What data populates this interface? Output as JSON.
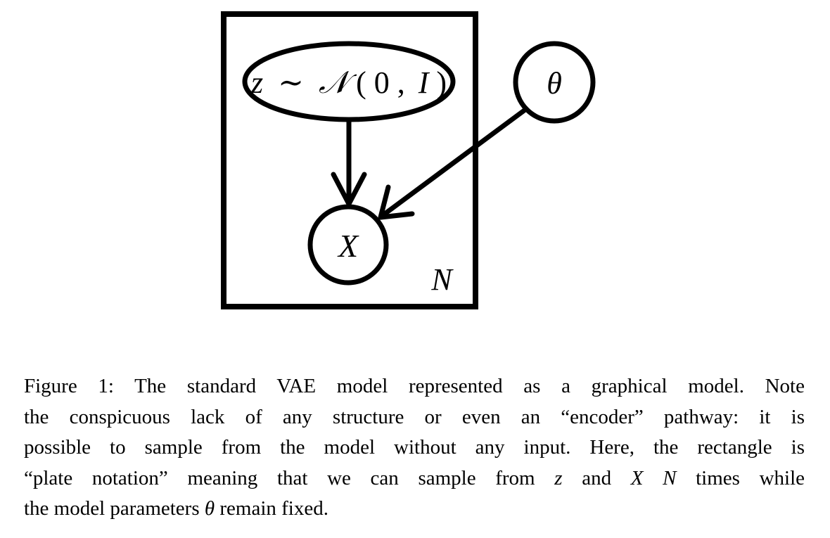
{
  "diagram": {
    "plate_label": "N",
    "prior_node": {
      "var": "z",
      "sim": "∼",
      "dist": "𝒩",
      "open": "(",
      "arg0": "0",
      "comma": ",",
      "arg1": "I",
      "close": ")"
    },
    "observed_node": "X",
    "param_node": "θ"
  },
  "caption": {
    "line1": "Figure 1: The standard VAE model represented as a graphical model. Note",
    "line2": "the conspicuous lack of any structure or even an “encoder” pathway: it is",
    "line3": "possible to sample from the model without any input. Here, the rectangle is",
    "line4a": "“plate notation” meaning that we can sample from",
    "line4_z": "z",
    "line4b": "and",
    "line4_X": "X",
    "line4_N": "N",
    "line4c": "times while",
    "line5a": "the model parameters",
    "line5_theta": "θ",
    "line5b": "remain fixed."
  }
}
